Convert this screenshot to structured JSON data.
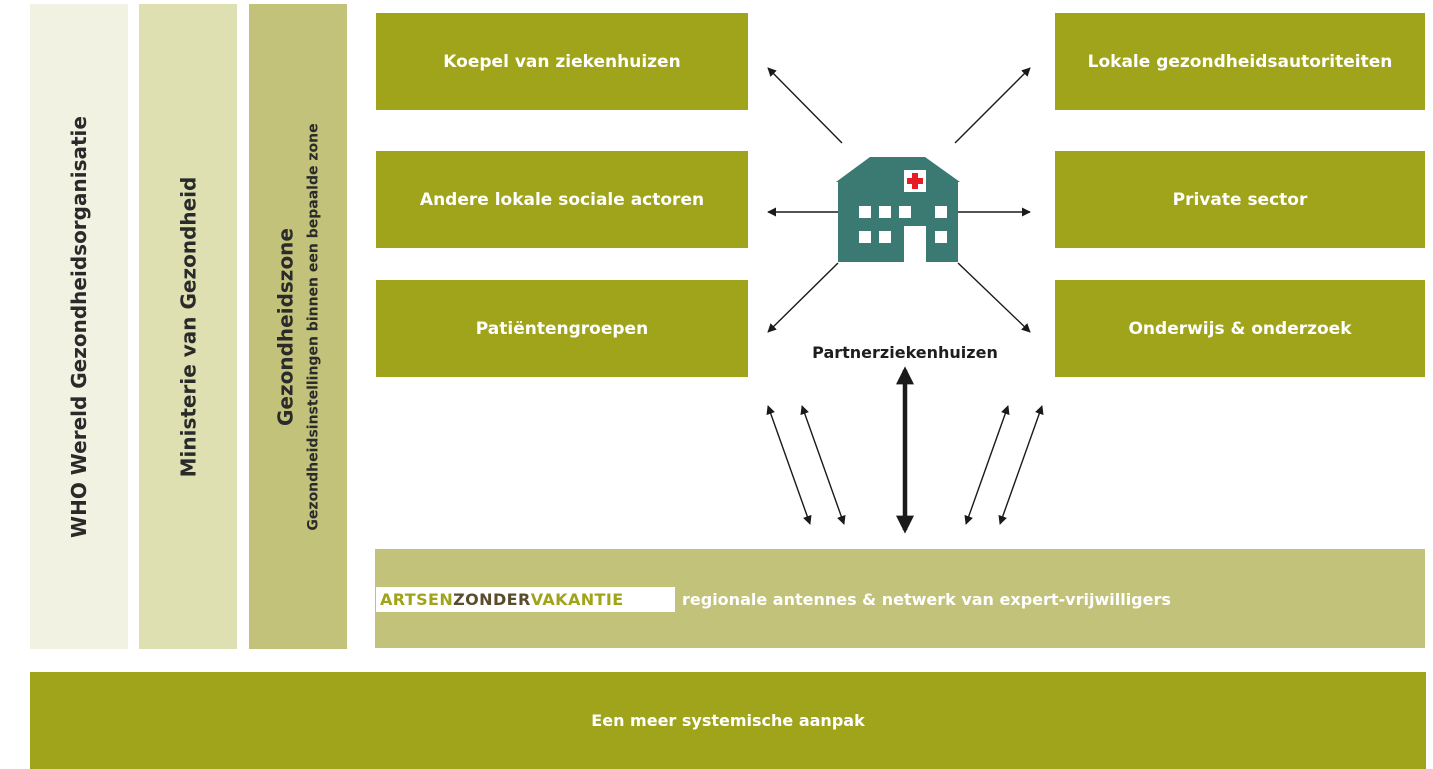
{
  "columns": {
    "who": "WHO Wereld Gezondheidsorganisatie",
    "ministry": "Ministerie van Gezondheid",
    "zone_title": "Gezondheidszone",
    "zone_subtitle": "Gezondheidsinstellingen binnen een bepaalde zone"
  },
  "boxes": {
    "left": [
      "Koepel van ziekenhuizen",
      "Andere lokale sociale actoren",
      "Patiëntengroepen"
    ],
    "right": [
      "Lokale gezondheidsautoriteiten",
      "Private sector",
      "Onderwijs & onderzoek"
    ]
  },
  "center": {
    "label": "Partnerziekenhuizen",
    "icon": "hospital-icon"
  },
  "band": {
    "logo_part1": "ARTSEN",
    "logo_part2": "ZONDER",
    "logo_part3": "VAKANTIE",
    "text": "regionale antennes & netwerk van expert-vrijwilligers"
  },
  "footer": "Een meer systemische aanpak",
  "colors": {
    "olive": "#a0a41b",
    "light_olive": "#c2c27b",
    "pale": "#dfe0b2",
    "palest": "#f1f2e1",
    "hospital_teal": "#3a7a73",
    "cross_red": "#e31e24",
    "logo_brown": "#5a4d2e"
  }
}
